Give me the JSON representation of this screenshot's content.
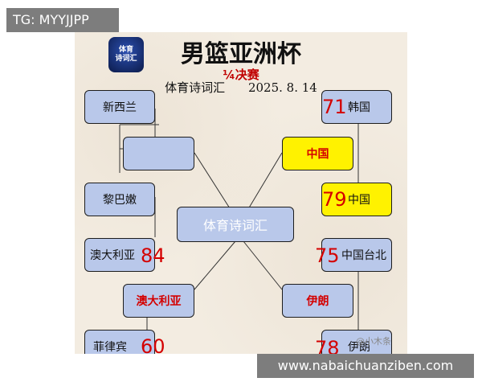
{
  "watermark_top": "TG: MYYJJPP",
  "watermark_bottom": "www.nabaichuanziben.com",
  "poster": {
    "logo_text": "体育\n诗词汇",
    "title": "男篮亚洲杯",
    "subtitle": "¼决赛",
    "info_brand": "体育诗词汇",
    "date": "2025. 8. 14",
    "center_label": "体育诗词汇",
    "left": {
      "team1": "新西兰",
      "team2": "黎巴嫩",
      "team3": "澳大利亚",
      "team3_score": "84",
      "team4": "菲律宾",
      "team4_score": "60",
      "winner_top": "",
      "winner_bottom": "澳大利亚"
    },
    "right": {
      "team1": "韩国",
      "team1_score": "71",
      "team2": "中国",
      "team2_score": "79",
      "team3": "中国台北",
      "team3_score": "75",
      "team4": "伊朗",
      "team4_score": "78",
      "winner_top": "中国",
      "winner_bottom": "伊朗"
    },
    "credit": "@小木条"
  },
  "colors": {
    "box_blue": "#b9c8ea",
    "highlight_yellow": "#fff200",
    "score_red": "#d40000"
  }
}
